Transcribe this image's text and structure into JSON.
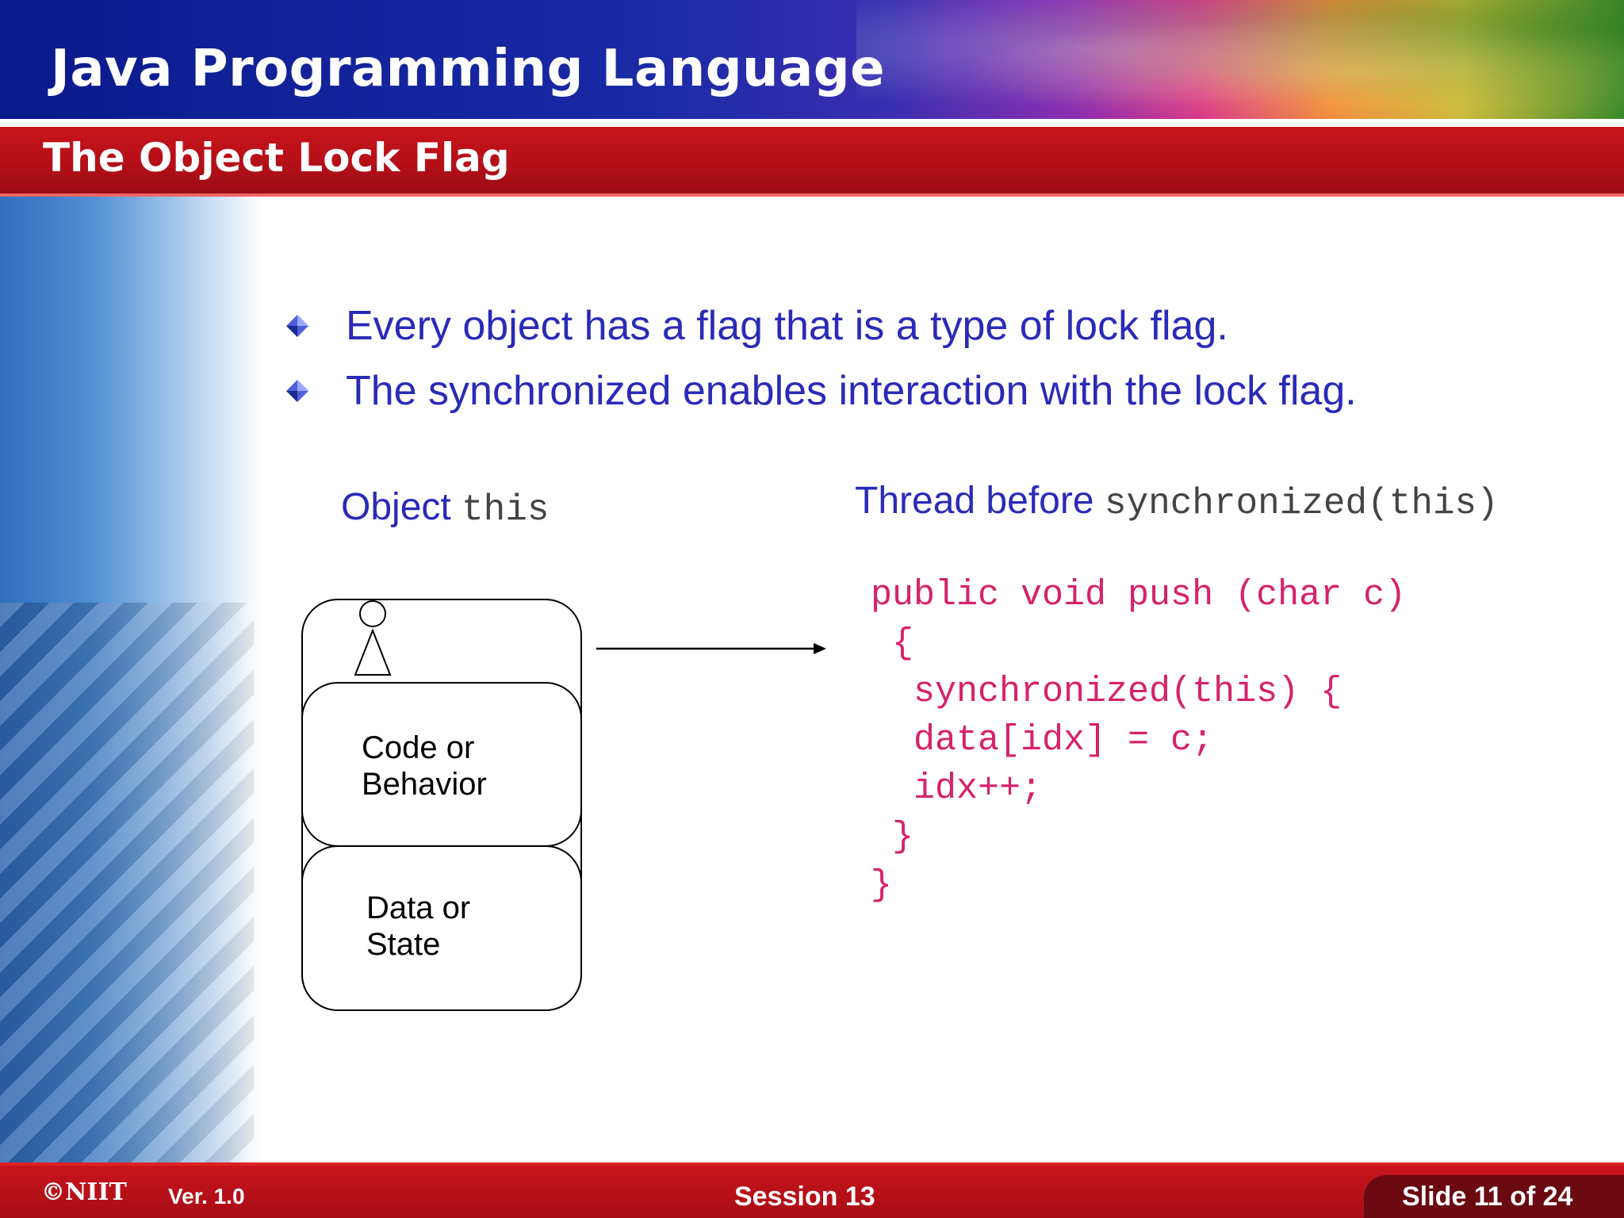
{
  "header": {
    "course_title": "Java Programming Language",
    "slide_title": "The Object Lock Flag"
  },
  "bullets": [
    "Every object has a flag that is a type of lock flag.",
    "The synchronized enables interaction with the lock flag."
  ],
  "diagram": {
    "object_label": "Object",
    "object_label_code": "this",
    "thread_label": "Thread before",
    "thread_label_code": "synchronized(this)",
    "box_top_line1": "Code or",
    "box_top_line2": "Behavior",
    "box_bottom_line1": "Data or",
    "box_bottom_line2": "State"
  },
  "code_lines": [
    "public void push (char c)",
    " {",
    "  synchronized(this) {",
    "  data[idx] = c;",
    "  idx++;",
    " }",
    "}"
  ],
  "footer": {
    "logo": "©NIIT",
    "version": "Ver.  1.0",
    "session": "Session 13",
    "slide": "Slide 11 of 24"
  },
  "colors": {
    "bullet_text": "#2a2ab8",
    "code_text": "#d6226a",
    "title_bar": "#b30f18"
  },
  "icons": {
    "bullet": "diamond-bullet-icon",
    "lock": "lock-flag-icon",
    "arrow": "right-arrow-icon"
  }
}
